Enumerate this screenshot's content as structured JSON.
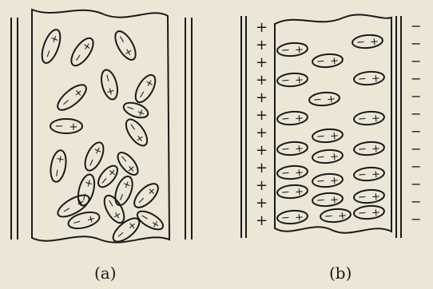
{
  "captions": {
    "a": "(a)",
    "b": "(b)"
  },
  "plate_signs": {
    "positive": "+",
    "negative": "−"
  },
  "molecule_signs": {
    "positive": "+",
    "negative": "−"
  },
  "panel_a": {
    "molecule_count": 21,
    "orientation": "random"
  },
  "panel_b": {
    "molecule_count": 21,
    "orientation": "aligned",
    "left_plate_sign_count": 12,
    "right_plate_sign_count": 12
  },
  "colors": {
    "ink": "#1a1a1a",
    "paper": "#ebe6d6"
  }
}
